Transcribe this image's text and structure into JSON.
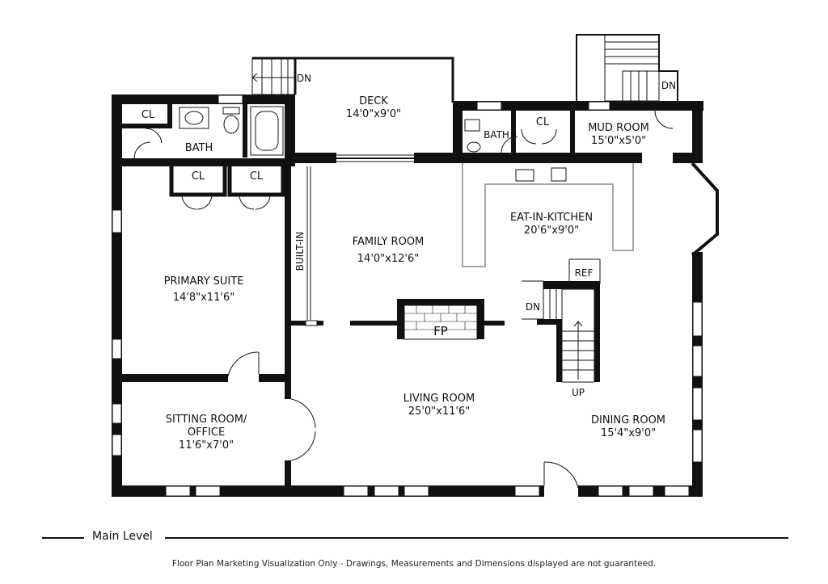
{
  "level_title": "Main Level",
  "disclaimer": "Floor Plan Marketing Visualization Only - Drawings, Measurements and Dimensions displayed are not guaranteed.",
  "rooms": {
    "deck": {
      "name": "DECK",
      "dims": "14'0\"x9'0\""
    },
    "mud_room": {
      "name": "MUD ROOM",
      "dims": "15'0\"x5'0\""
    },
    "eat_in_kitchen": {
      "name": "EAT-IN-KITCHEN",
      "dims": "20'6\"x9'0\""
    },
    "family_room": {
      "name": "FAMILY ROOM",
      "dims": "14'0\"x12'6\""
    },
    "primary_suite": {
      "name": "PRIMARY SUITE",
      "dims": "14'8\"x11'6\""
    },
    "living_room": {
      "name": "LIVING ROOM",
      "dims": "25'0\"x11'6\""
    },
    "dining_room": {
      "name": "DINING ROOM",
      "dims": "15'4\"x9'0\""
    },
    "sitting_room": {
      "name_line1": "SITTING ROOM/",
      "name_line2": "OFFICE",
      "dims": "11'6\"x7'0\""
    },
    "bath_main": {
      "name": "BATH"
    },
    "bath_small": {
      "name": "BATH"
    }
  },
  "labels": {
    "cl": "CL",
    "dn": "DN",
    "up": "UP",
    "ref": "REF",
    "fp": "FP",
    "built_in": "BUILT-IN"
  }
}
